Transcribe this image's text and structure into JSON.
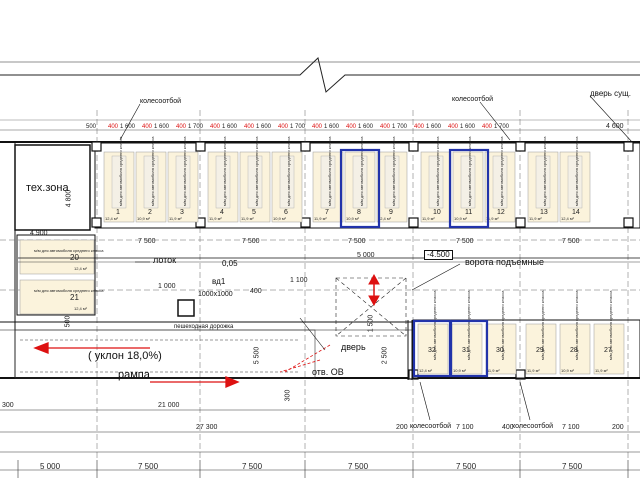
{
  "labels": {
    "wheel_stop_top": "колесоотбой",
    "wheel_stop_mid": "колесоотбой",
    "door_dry": "дверь сущ.",
    "tech_zone": "тех.зона",
    "gutter": "лоток",
    "slope_005": "0,05",
    "vd1": "вд1",
    "vd1_size": "1000х1000",
    "gates": "ворота подъемные",
    "level": "-4.500",
    "walkway": "пешеходная дорожка",
    "door": "дверь",
    "opening_ov": "отв. ОВ",
    "slope": "( уклон 18,0%)",
    "ramp": "рампа",
    "wheel_stop_bottom_1": "колесоотбой",
    "wheel_stop_bottom_2": "колесоотбой",
    "slot_caption": "м/м для автомобиля среднего класса"
  },
  "top_slots": [
    {
      "no": "1",
      "area": "12,4 м²"
    },
    {
      "no": "2",
      "area": "10,9 м²"
    },
    {
      "no": "3",
      "area": "11,9 м²"
    },
    {
      "no": "4",
      "area": "11,9 м²"
    },
    {
      "no": "5",
      "area": "11,9 м²"
    },
    {
      "no": "6",
      "area": "10,9 м²"
    },
    {
      "no": "7",
      "area": "11,9 м²"
    },
    {
      "no": "8",
      "area": "10,9 м²"
    },
    {
      "no": "9",
      "area": "12,4 м²"
    },
    {
      "no": "10",
      "area": "11,9 м²"
    },
    {
      "no": "11",
      "area": "10,9 м²"
    },
    {
      "no": "12",
      "area": "11,9 м²"
    },
    {
      "no": "13",
      "area": "11,9 м²"
    },
    {
      "no": "14",
      "area": "12,4 м²"
    }
  ],
  "left_slots": [
    {
      "no": "20",
      "area": "12,4 м²"
    },
    {
      "no": "21",
      "area": "12,4 м²"
    }
  ],
  "bottom_slots": [
    {
      "no": "32",
      "area": "12,4 м²"
    },
    {
      "no": "31",
      "area": "10,9 м²"
    },
    {
      "no": "30",
      "area": "11,9 м²"
    },
    {
      "no": "29",
      "area": "11,9 м²"
    },
    {
      "no": "28",
      "area": "10,9 м²"
    },
    {
      "no": "27",
      "area": "11,9 м²"
    }
  ],
  "dims": {
    "top_row": [
      "500",
      "400",
      "1 600",
      "400",
      "1 600",
      "400",
      "1 700",
      "400",
      "1 600",
      "400",
      "1 600",
      "400",
      "1 700",
      "400",
      "1 600",
      "400",
      "1 600",
      "400",
      "1 700",
      "400",
      "1 600",
      "400",
      "1 600",
      "400",
      "1 700"
    ],
    "top_right": "4 600",
    "v_tech": "4 800",
    "bays": [
      "7 500",
      "7 500",
      "7 500",
      "7 500",
      "7 500"
    ],
    "mid_5000": "5 000",
    "left_4900": "4 900",
    "d_1000": "1 000",
    "d_400": "400",
    "d_1100": "1 100",
    "d_500": "500",
    "d_5500": "5 500",
    "d_1500": "1 500",
    "d_2500": "2 500",
    "d_300": "300",
    "row2_left": "300",
    "row2_21000": "21 000",
    "row3_27300": "27 300",
    "row3_200a": "200",
    "row3_7100a": "7 100",
    "row3_400": "400",
    "row3_7100b": "7 100",
    "row3_200b": "200",
    "bottom": [
      "5 000",
      "7 500",
      "7 500",
      "7 500",
      "7 500",
      "7 500"
    ]
  }
}
